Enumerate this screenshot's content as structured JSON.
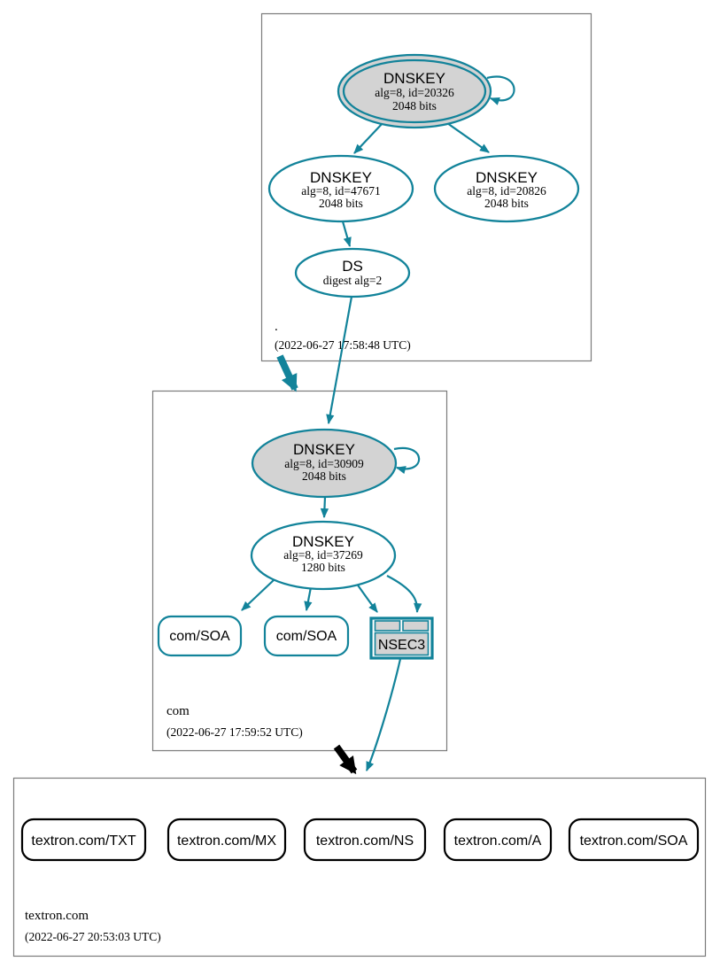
{
  "colors": {
    "secure_teal": "#12839a",
    "ksk_fill_gray": "#d3d3d3",
    "zone_border_gray": "#7a7a7a",
    "insecure_black": "#000000"
  },
  "zones": {
    "root": {
      "label": ".",
      "timestamp": "(2022-06-27 17:58:48 UTC)"
    },
    "com": {
      "label": "com",
      "timestamp": "(2022-06-27 17:59:52 UTC)"
    },
    "textron_com": {
      "label": "textron.com",
      "timestamp": "(2022-06-27 20:53:03 UTC)"
    }
  },
  "nodes": {
    "root_ksk": {
      "title": "DNSKEY",
      "detail1": "alg=8, id=20326",
      "detail2": "2048 bits"
    },
    "root_zsk_47671": {
      "title": "DNSKEY",
      "detail1": "alg=8, id=47671",
      "detail2": "2048 bits"
    },
    "root_zsk_20826": {
      "title": "DNSKEY",
      "detail1": "alg=8, id=20826",
      "detail2": "2048 bits"
    },
    "root_ds": {
      "title": "DS",
      "detail1": "digest alg=2"
    },
    "com_ksk": {
      "title": "DNSKEY",
      "detail1": "alg=8, id=30909",
      "detail2": "2048 bits"
    },
    "com_zsk": {
      "title": "DNSKEY",
      "detail1": "alg=8, id=37269",
      "detail2": "1280 bits"
    },
    "com_soa_1": {
      "label": "com/SOA"
    },
    "com_soa_2": {
      "label": "com/SOA"
    },
    "com_nsec3": {
      "label": "NSEC3"
    },
    "textron_txt": {
      "label": "textron.com/TXT"
    },
    "textron_mx": {
      "label": "textron.com/MX"
    },
    "textron_ns": {
      "label": "textron.com/NS"
    },
    "textron_a": {
      "label": "textron.com/A"
    },
    "textron_soa": {
      "label": "textron.com/SOA"
    }
  },
  "edges": [
    {
      "from": "root_ksk",
      "to": "root_ksk",
      "type": "self-sign"
    },
    {
      "from": "root_ksk",
      "to": "root_zsk_47671",
      "type": "sign"
    },
    {
      "from": "root_ksk",
      "to": "root_zsk_20826",
      "type": "sign"
    },
    {
      "from": "root_zsk_47671",
      "to": "root_ds",
      "type": "sign"
    },
    {
      "from": "root_ds",
      "to": "com_ksk",
      "type": "digest-delegation"
    },
    {
      "from": "root",
      "to": "com",
      "type": "secure-delegation"
    },
    {
      "from": "com_ksk",
      "to": "com_ksk",
      "type": "self-sign"
    },
    {
      "from": "com_ksk",
      "to": "com_zsk",
      "type": "sign"
    },
    {
      "from": "com_zsk",
      "to": "com_soa_1",
      "type": "sign"
    },
    {
      "from": "com_zsk",
      "to": "com_soa_2",
      "type": "sign"
    },
    {
      "from": "com_zsk",
      "to": "com_nsec3",
      "type": "sign-left-cell"
    },
    {
      "from": "com_zsk",
      "to": "com_nsec3",
      "type": "sign-right-cell"
    },
    {
      "from": "com",
      "to": "textron_com",
      "type": "insecure-delegation"
    },
    {
      "from": "com_nsec3",
      "to": "textron_com",
      "type": "nsec3-proof"
    }
  ]
}
